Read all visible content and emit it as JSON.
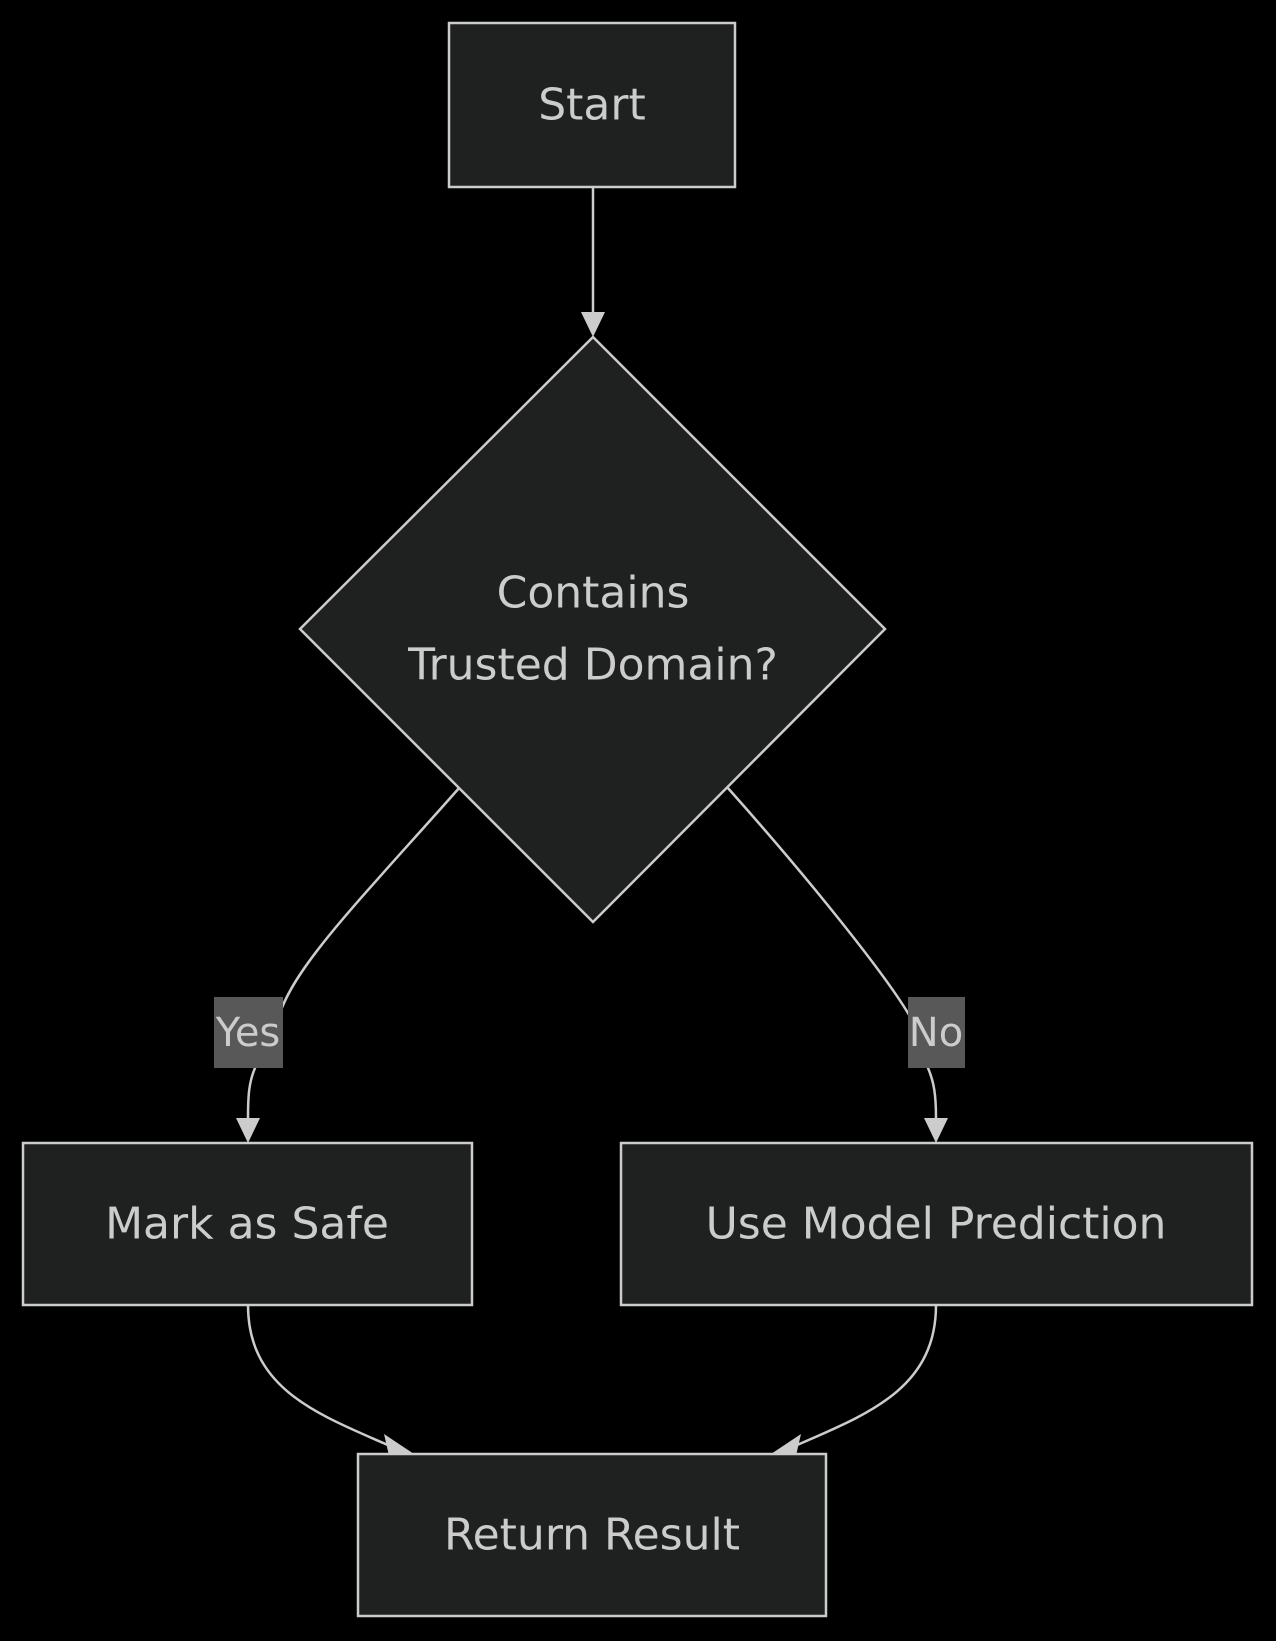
{
  "diagram": {
    "nodes": {
      "start": {
        "label": "Start"
      },
      "decision": {
        "line1": "Contains",
        "line2": "Trusted Domain?"
      },
      "mark_safe": {
        "label": "Mark as Safe"
      },
      "use_model": {
        "label": "Use Model Prediction"
      },
      "return_result": {
        "label": "Return Result"
      }
    },
    "edges": {
      "yes_label": "Yes",
      "no_label": "No"
    }
  },
  "colors": {
    "background": "#000000",
    "node_fill": "#1f2020",
    "stroke": "#cccccc",
    "edge_label_bg": "#585858"
  }
}
